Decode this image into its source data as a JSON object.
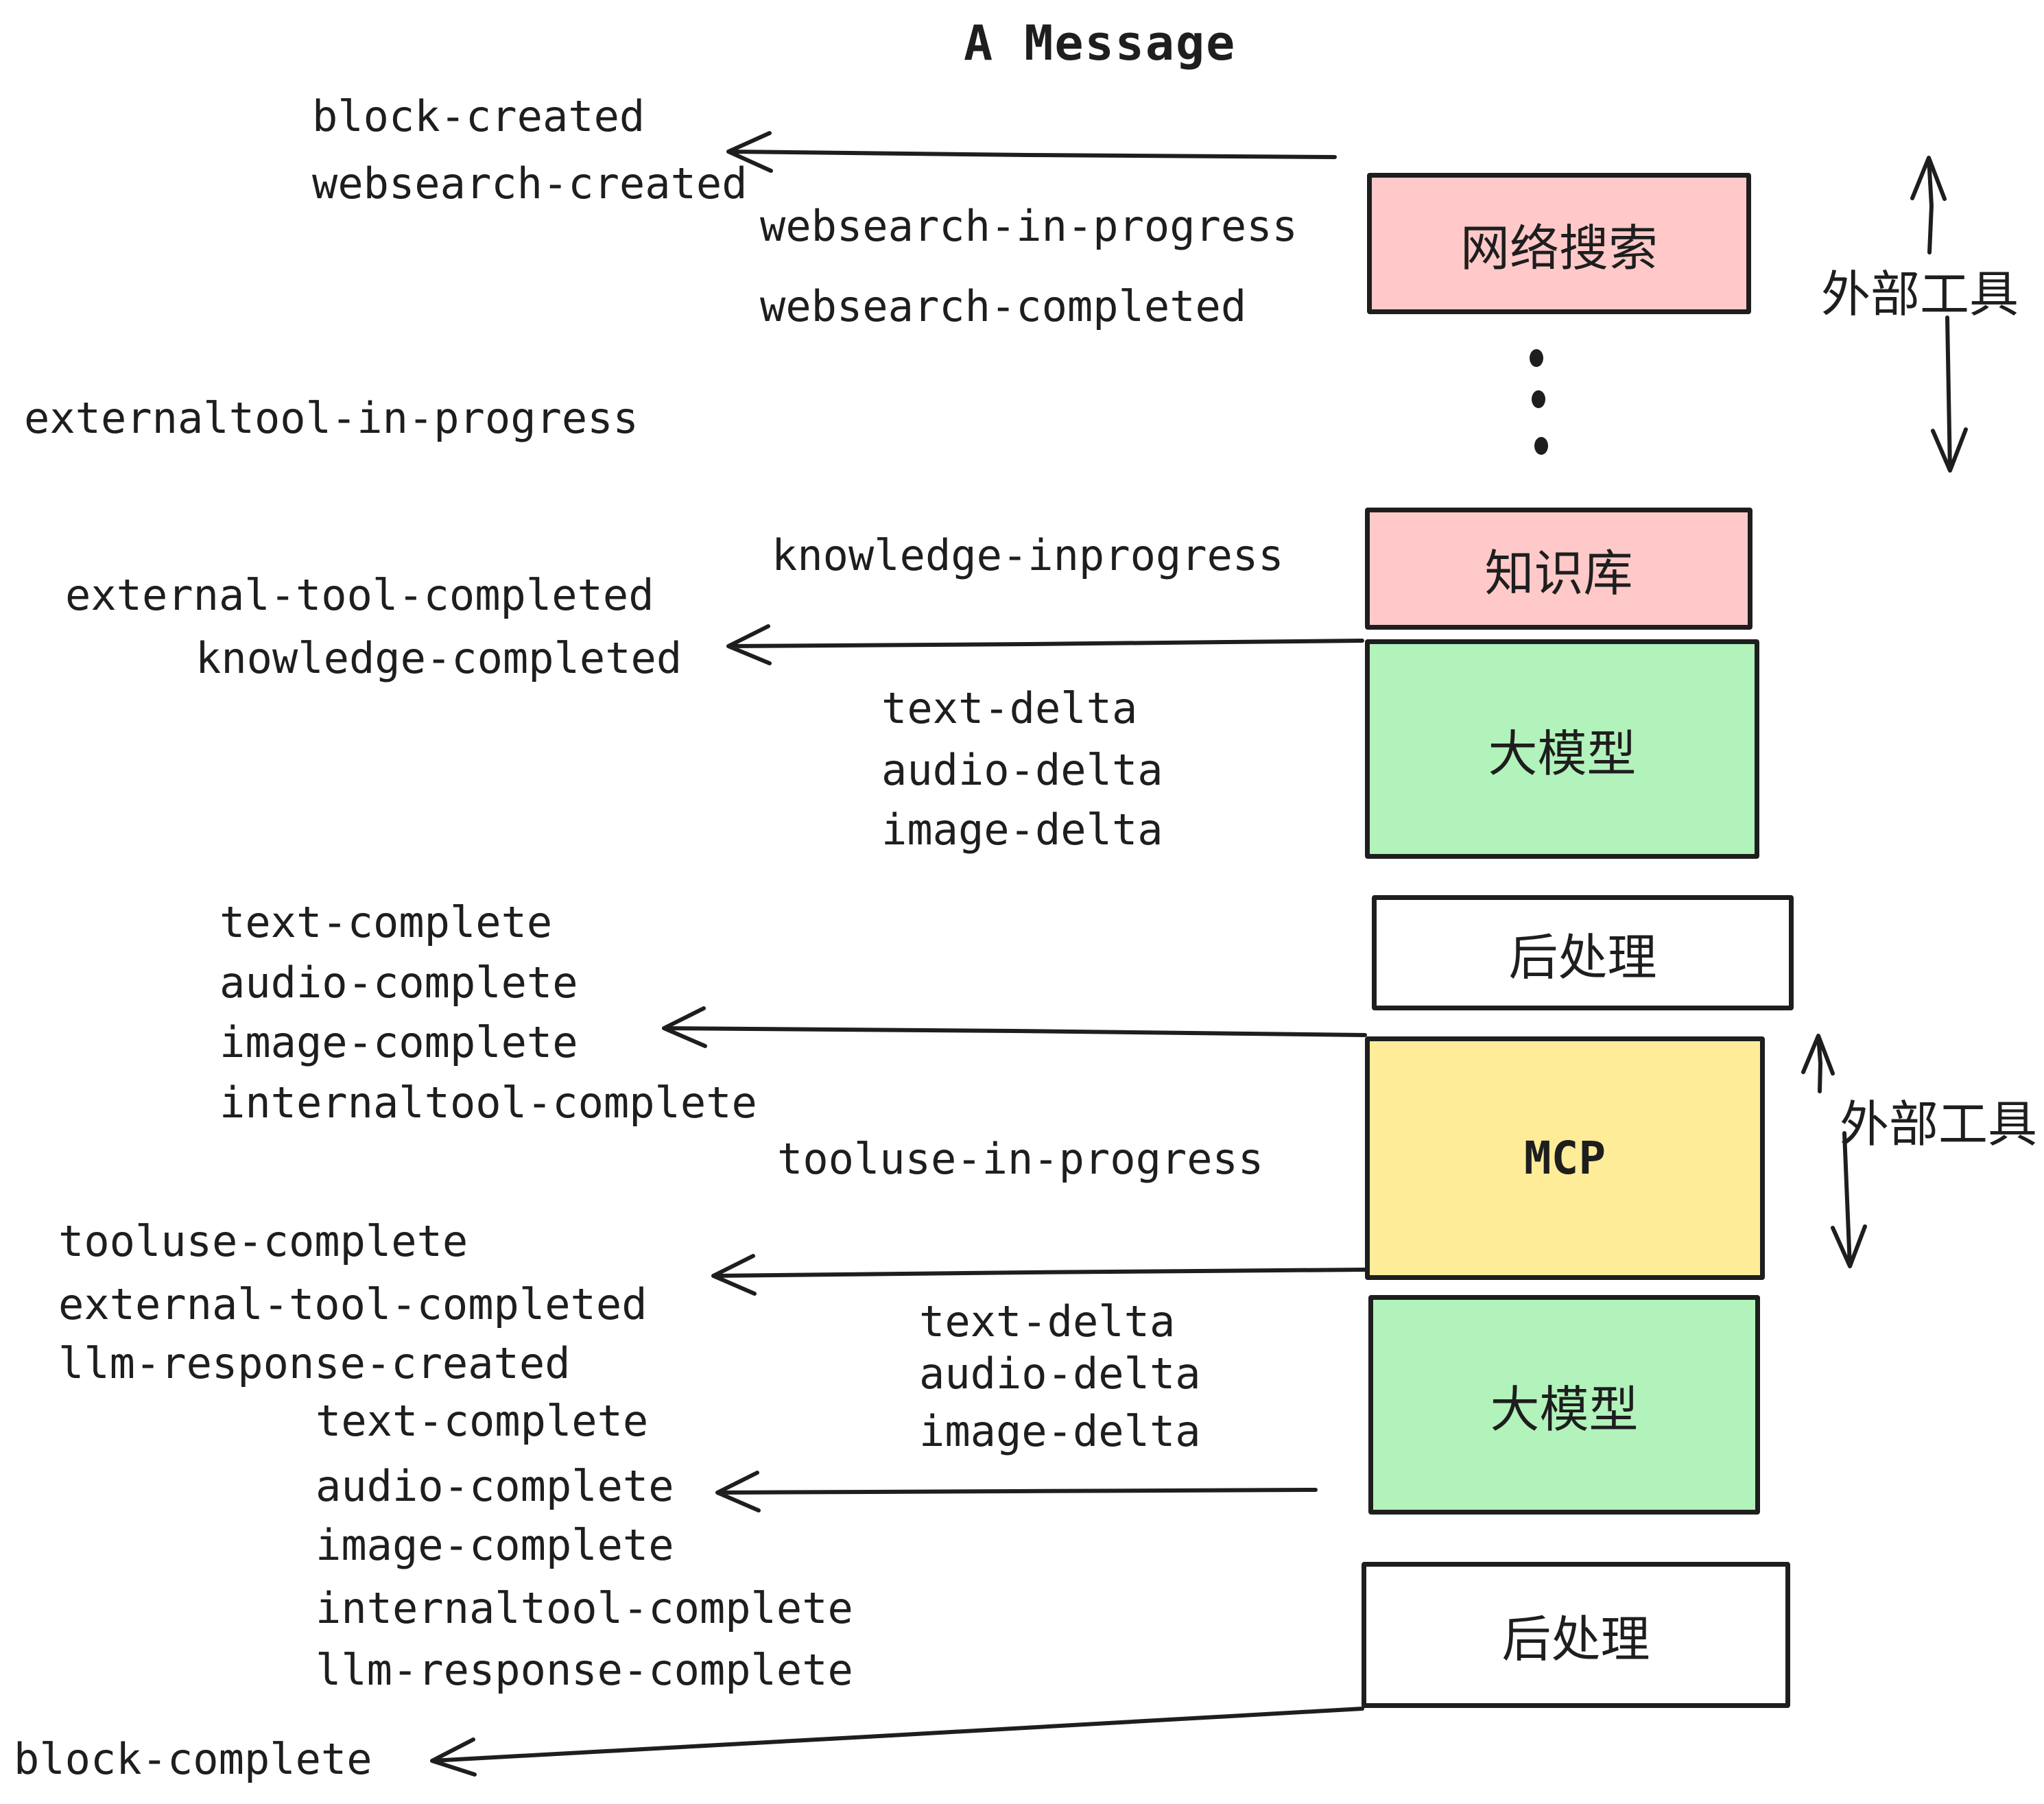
{
  "title": "A Message",
  "boxes": [
    {
      "name": "websearch-box",
      "label": "网络搜索",
      "fill": "#ffc9c9"
    },
    {
      "name": "knowledge-box",
      "label": "知识库",
      "fill": "#ffc9c9"
    },
    {
      "name": "llm-box-1",
      "label": "大模型",
      "fill": "#b2f2bb"
    },
    {
      "name": "postprocess-box-1",
      "label": "后处理",
      "fill": "#ffffff"
    },
    {
      "name": "mcp-box",
      "label": "MCP",
      "fill": "#ffec99"
    },
    {
      "name": "llm-box-2",
      "label": "大模型",
      "fill": "#b2f2bb"
    },
    {
      "name": "postprocess-box-2",
      "label": "后处理",
      "fill": "#ffffff"
    }
  ],
  "side_labels": [
    {
      "name": "external-tools-label-1",
      "label": "外部工具"
    },
    {
      "name": "external-tools-label-2",
      "label": "外部工具"
    }
  ],
  "events": [
    {
      "label": "block-created"
    },
    {
      "label": "websearch-created"
    },
    {
      "label": "websearch-in-progress"
    },
    {
      "label": "websearch-completed"
    },
    {
      "label": "externaltool-in-progress"
    },
    {
      "label": "knowledge-inprogress"
    },
    {
      "label": "external-tool-completed"
    },
    {
      "label": "knowledge-completed"
    },
    {
      "label": "text-delta"
    },
    {
      "label": "audio-delta"
    },
    {
      "label": "image-delta"
    },
    {
      "label": "text-complete"
    },
    {
      "label": "audio-complete"
    },
    {
      "label": "image-complete"
    },
    {
      "label": "internaltool-complete"
    },
    {
      "label": "tooluse-in-progress"
    },
    {
      "label": "tooluse-complete"
    },
    {
      "label": "external-tool-completed"
    },
    {
      "label": "llm-response-created"
    },
    {
      "label": "text-complete"
    },
    {
      "label": "text-delta"
    },
    {
      "label": "audio-delta"
    },
    {
      "label": "image-delta"
    },
    {
      "label": "audio-complete"
    },
    {
      "label": "image-complete"
    },
    {
      "label": "internaltool-complete"
    },
    {
      "label": "llm-response-complete"
    },
    {
      "label": "block-complete"
    }
  ],
  "colors": {
    "stroke": "#1e1e1e",
    "pink": "#ffc9c9",
    "green": "#b2f2bb",
    "yellow": "#ffec99",
    "white": "#ffffff"
  }
}
